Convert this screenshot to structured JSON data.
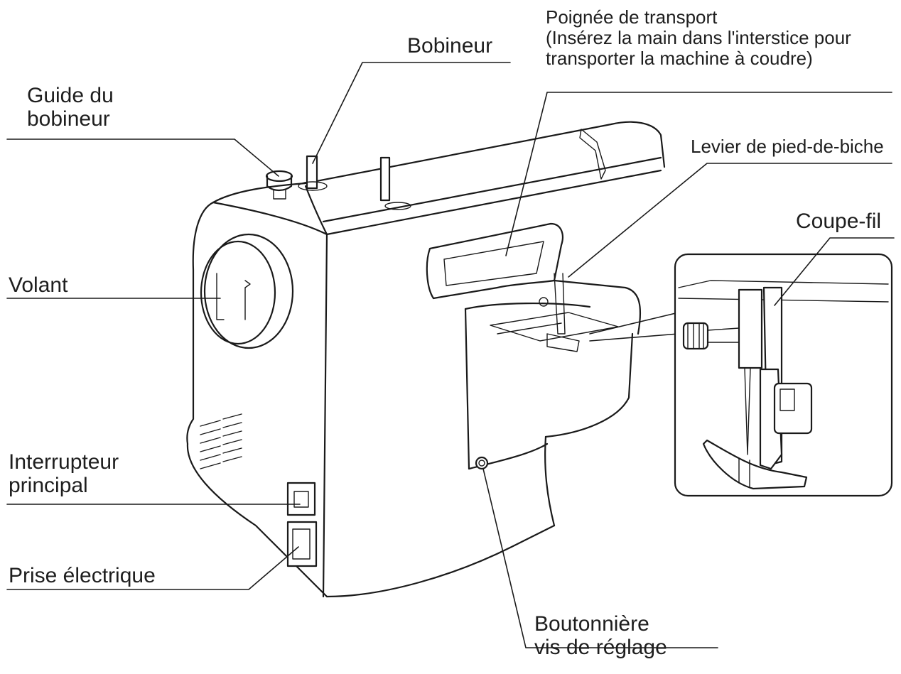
{
  "labels": {
    "bobineur": "Bobineur",
    "guide_line1": "Guide du",
    "guide_line2": "bobineur",
    "poignee_line1": "Poignée de transport",
    "poignee_line2": "(Insérez la main dans l'interstice pour",
    "poignee_line3": "transporter la machine à coudre)",
    "levier": "Levier de pied-de-biche",
    "coupe_fil": "Coupe-fil",
    "volant": "Volant",
    "interrupteur_line1": "Interrupteur",
    "interrupteur_line2": "principal",
    "prise": "Prise électrique",
    "boutonniere_line1": "Boutonnière",
    "boutonniere_line2": "vis de réglage"
  }
}
